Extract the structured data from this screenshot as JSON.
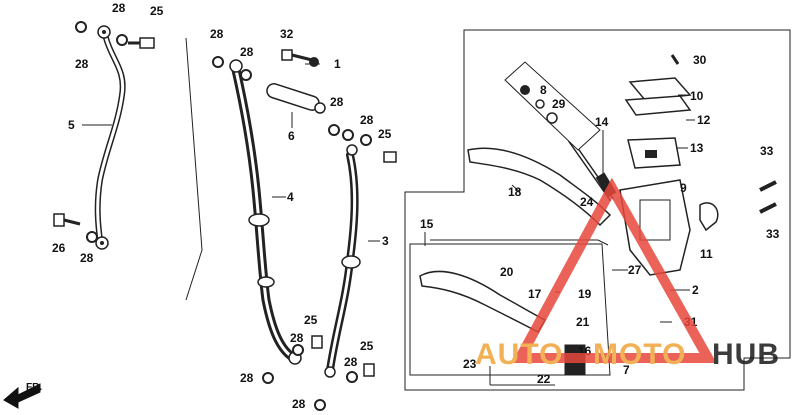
{
  "diagram": {
    "front_marker": "FR.",
    "watermark": {
      "text_auto": "AUTO",
      "text_moto": "MOTO",
      "text_hub": "HUB",
      "color_orange": "#f2a43a",
      "color_dark": "#1a1a1a",
      "color_triangle": "#e8473b"
    },
    "labels": {
      "l1": "1",
      "l2": "2",
      "l3": "3",
      "l4": "4",
      "l5": "5",
      "l6": "6",
      "l7": "7",
      "l8": "8",
      "l9": "9",
      "l10": "10",
      "l11": "11",
      "l12": "12",
      "l13": "13",
      "l14": "14",
      "l15": "15",
      "l16": "16",
      "l17": "17",
      "l18": "18",
      "l19": "19",
      "l20": "20",
      "l21": "21",
      "l22": "22",
      "l23": "23",
      "l24": "24",
      "l25": "25",
      "l26": "26",
      "l27": "27",
      "l28": "28",
      "l29": "29",
      "l30": "30",
      "l31": "31",
      "l32": "32",
      "l33": "33"
    }
  }
}
